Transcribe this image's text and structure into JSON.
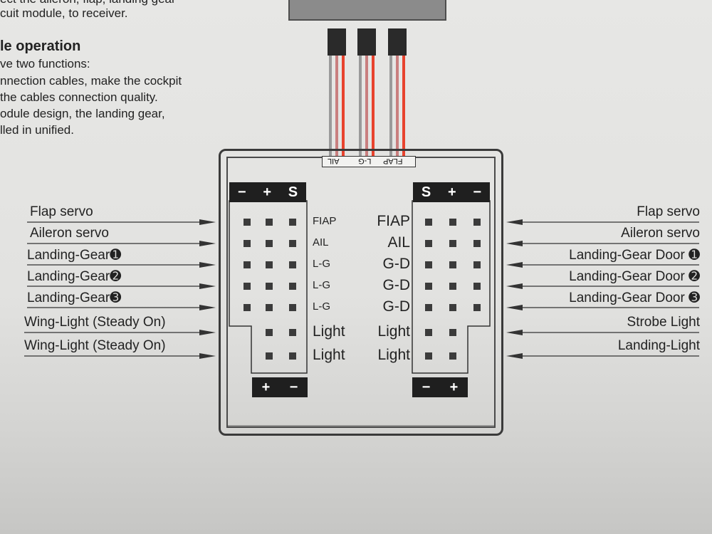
{
  "intro_text": {
    "line0": "ect the aileron, flap, landing gear",
    "line1": "cuit module, to receiver.",
    "heading": "le operation",
    "line3": "ve two functions:",
    "line4": "nnection cables, make the cockpit",
    "line5": "the cables connection quality.",
    "line6": "odule design, the landing gear,",
    "line7": "lled in unified."
  },
  "wire_labels": [
    "FLAP",
    "L-G",
    "AIL"
  ],
  "left_header": [
    "−",
    "+",
    "S"
  ],
  "right_header": [
    "S",
    "+",
    "−"
  ],
  "left_footer": [
    "+",
    "−"
  ],
  "right_footer": [
    "−",
    "+"
  ],
  "left_port_labels": [
    "FIAP",
    "AIL",
    "L-G",
    "L-G",
    "L-G",
    "Light",
    "Light"
  ],
  "right_port_labels": [
    "FIAP",
    "AIL",
    "G-D",
    "G-D",
    "G-D",
    "Light",
    "Light"
  ],
  "left_callouts": [
    {
      "text": "Flap servo",
      "badge": ""
    },
    {
      "text": "Aileron servo",
      "badge": ""
    },
    {
      "text": "Landing-Gear",
      "badge": "1"
    },
    {
      "text": "Landing-Gear",
      "badge": "2"
    },
    {
      "text": "Landing-Gear",
      "badge": "3"
    },
    {
      "text": "Wing-Light  (Steady On)",
      "badge": ""
    },
    {
      "text": "Wing-Light  (Steady On)",
      "badge": ""
    }
  ],
  "right_callouts": [
    {
      "text": "Flap servo",
      "badge": ""
    },
    {
      "text": "Aileron servo",
      "badge": ""
    },
    {
      "text": "Landing-Gear Door",
      "badge": "1"
    },
    {
      "text": "Landing-Gear Door",
      "badge": "2"
    },
    {
      "text": "Landing-Gear Door",
      "badge": "3"
    },
    {
      "text": "Strobe Light",
      "badge": ""
    },
    {
      "text": "Landing-Light",
      "badge": ""
    }
  ],
  "colors": {
    "wire_signal": "#e8432e",
    "wire_power": "#c97f7f",
    "wire_ground": "#9a9a9a",
    "block": "#1f1f1f",
    "line": "#3a3a3a"
  }
}
